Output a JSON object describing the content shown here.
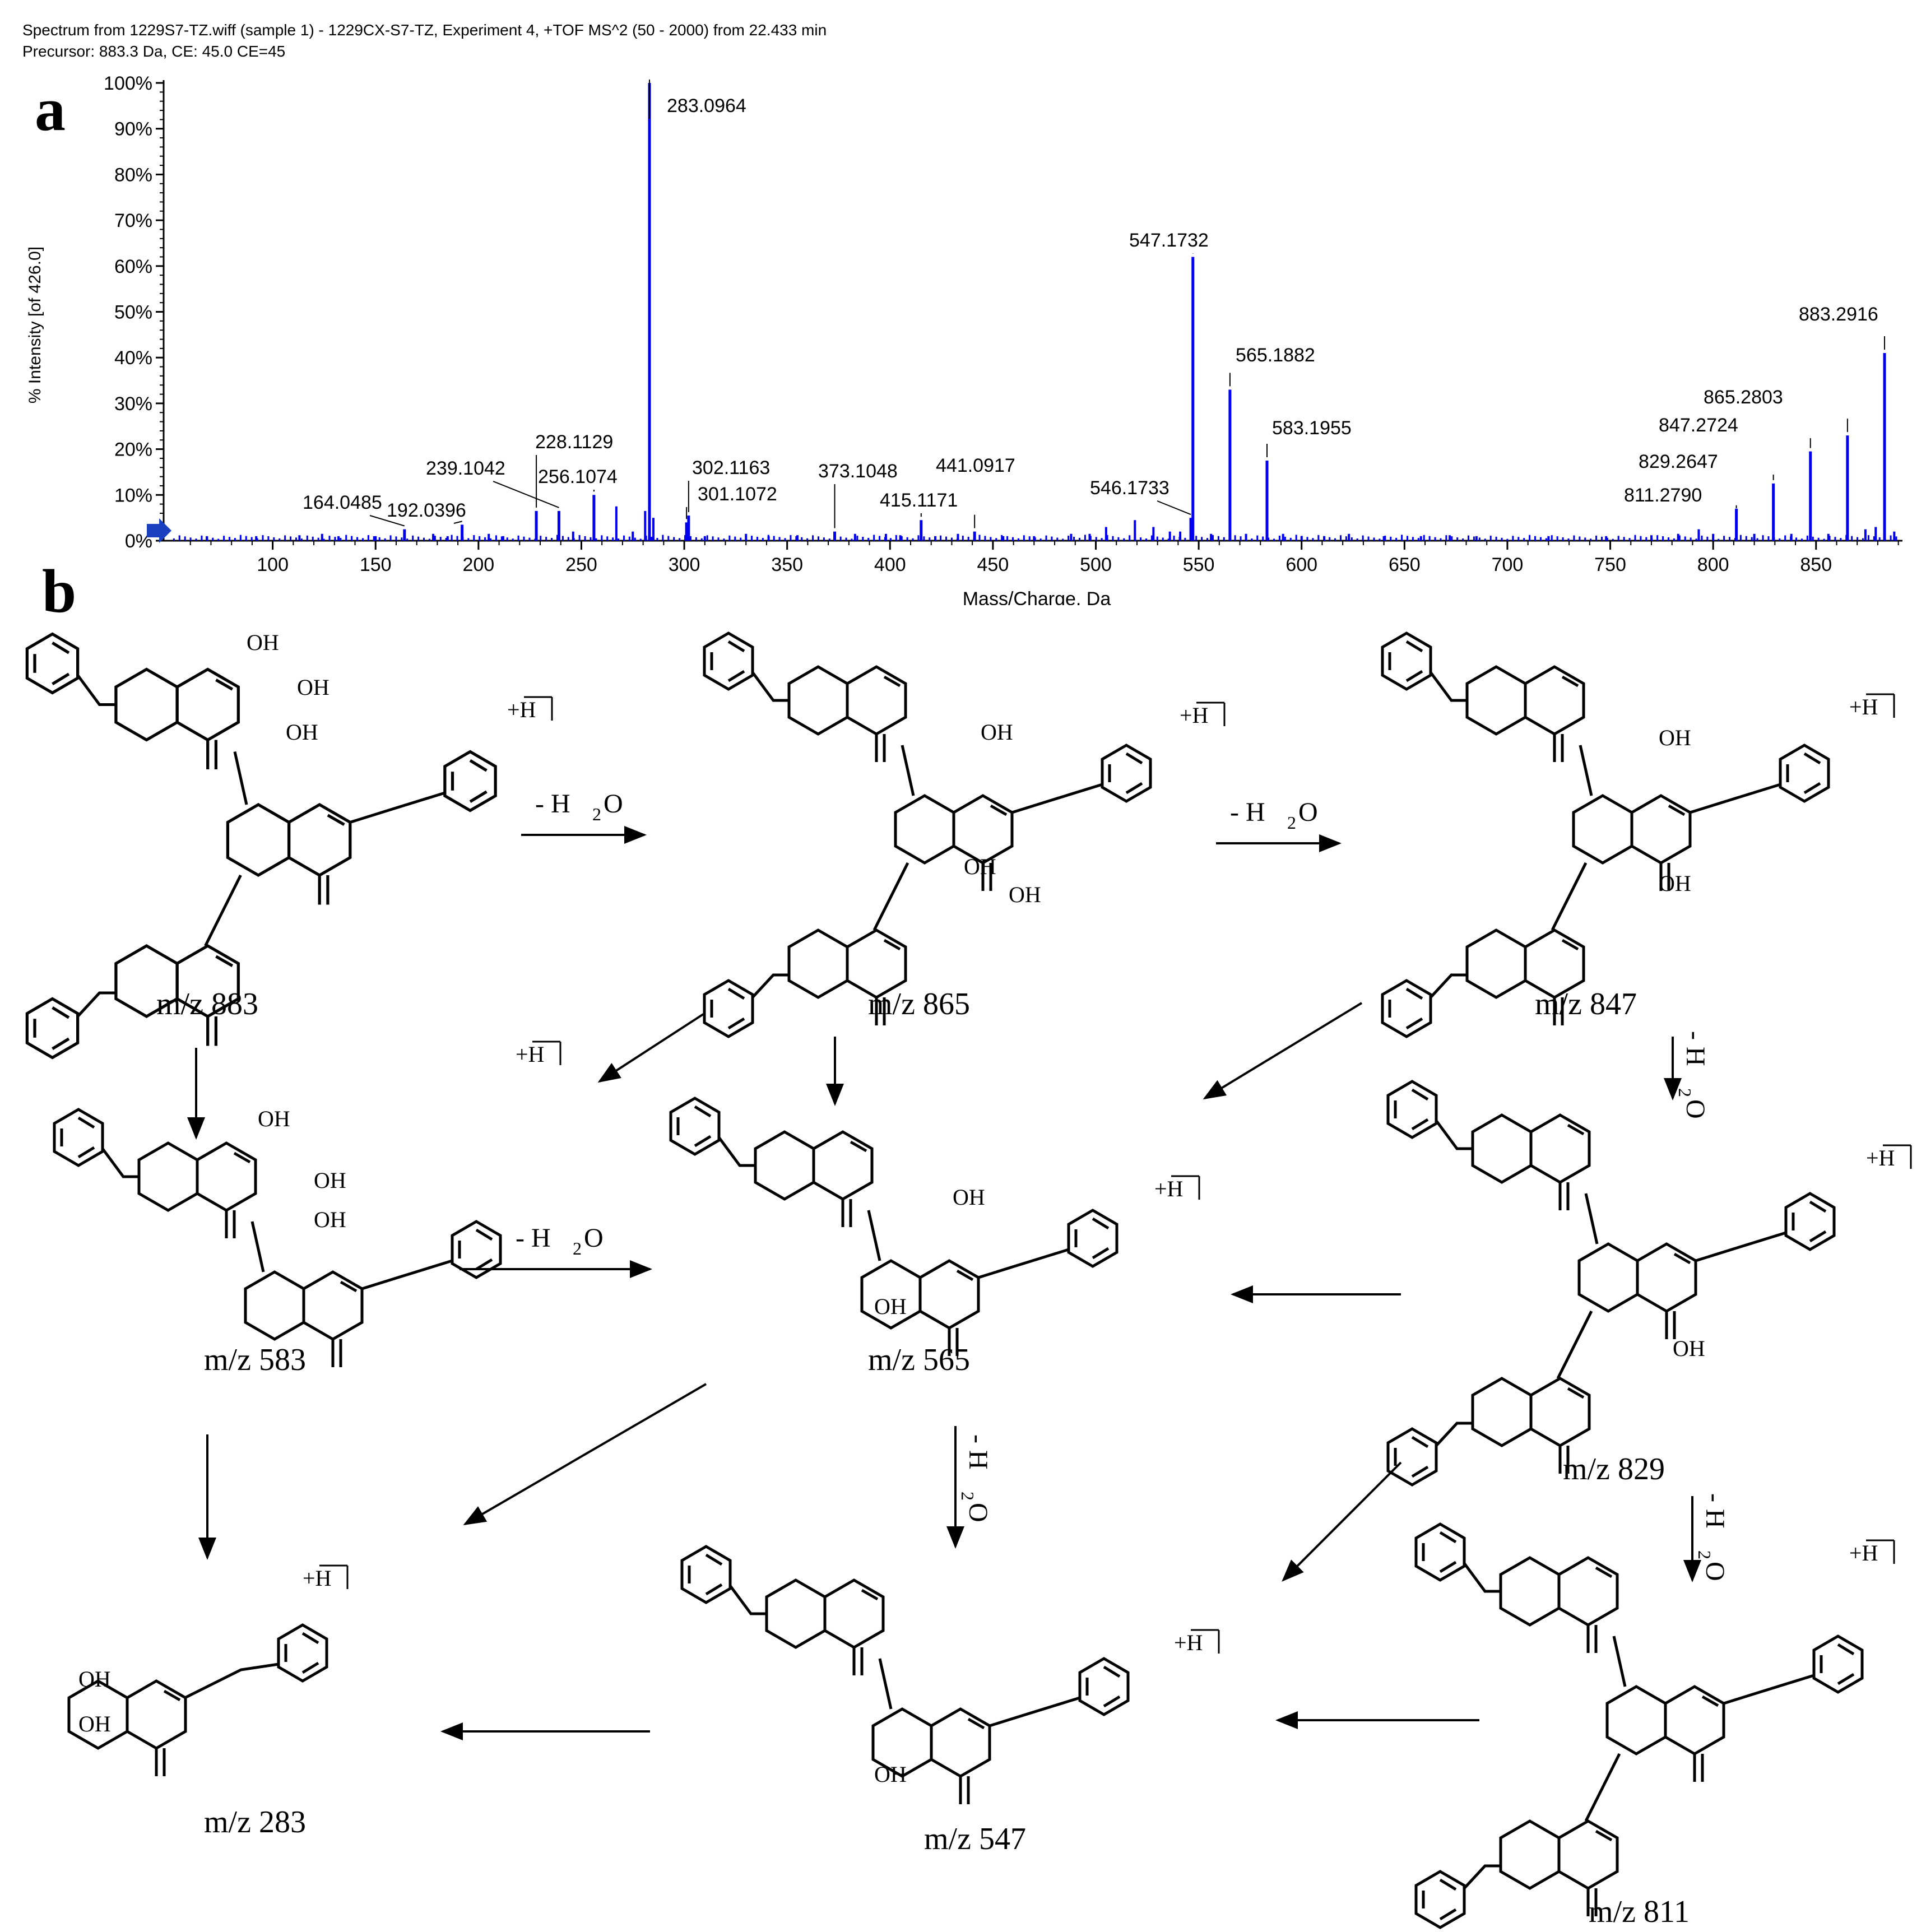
{
  "header": {
    "line1": "Spectrum from 1229S7-TZ.wiff (sample 1) - 1229CX-S7-TZ, Experiment 4, +TOF MS^2 (50 - 2000) from 22.433 min",
    "line2": "Precursor: 883.3 Da, CE: 45.0 CE=45"
  },
  "panels": {
    "a": "a",
    "b": "b"
  },
  "colors": {
    "spectrum": "#0000ee",
    "axis": "#000000",
    "arrow_marker": "#1a3fbf"
  },
  "chart_data": {
    "type": "bar",
    "title": "",
    "xlabel": "Mass/Charge, Da",
    "ylabel": "% Intensity [of 426.0]",
    "xlim": [
      47,
      892
    ],
    "ylim": [
      0,
      100
    ],
    "x_ticks": [
      100,
      150,
      200,
      250,
      300,
      350,
      400,
      450,
      500,
      550,
      600,
      650,
      700,
      750,
      800,
      850
    ],
    "y_ticks": [
      "0%",
      "10%",
      "20%",
      "30%",
      "40%",
      "50%",
      "60%",
      "70%",
      "80%",
      "90%",
      "100%"
    ],
    "major_peaks": [
      {
        "mz": 164.0485,
        "intensity": 2.5,
        "label": "164.0485"
      },
      {
        "mz": 192.0396,
        "intensity": 3.5,
        "label": "192.0396"
      },
      {
        "mz": 228.1129,
        "intensity": 6.5,
        "label": "228.1129"
      },
      {
        "mz": 239.1042,
        "intensity": 6.5,
        "label": "239.1042"
      },
      {
        "mz": 256.1074,
        "intensity": 10,
        "label": "256.1074"
      },
      {
        "mz": 283.0964,
        "intensity": 100,
        "label": "283.0964"
      },
      {
        "mz": 301.1072,
        "intensity": 4,
        "label": "301.1072"
      },
      {
        "mz": 302.1163,
        "intensity": 5.5,
        "label": "302.1163"
      },
      {
        "mz": 373.1048,
        "intensity": 2,
        "label": "373.1048"
      },
      {
        "mz": 415.1171,
        "intensity": 4.5,
        "label": "415.1171"
      },
      {
        "mz": 441.0917,
        "intensity": 2,
        "label": "441.0917"
      },
      {
        "mz": 546.1733,
        "intensity": 5,
        "label": "546.1733"
      },
      {
        "mz": 547.1732,
        "intensity": 62,
        "label": "547.1732"
      },
      {
        "mz": 565.1882,
        "intensity": 33,
        "label": "565.1882"
      },
      {
        "mz": 583.1955,
        "intensity": 17.5,
        "label": "583.1955"
      },
      {
        "mz": 811.279,
        "intensity": 7,
        "label": "811.2790"
      },
      {
        "mz": 829.2647,
        "intensity": 12.5,
        "label": "829.2647"
      },
      {
        "mz": 847.2724,
        "intensity": 19.5,
        "label": "847.2724"
      },
      {
        "mz": 865.2803,
        "intensity": 23,
        "label": "865.2803"
      },
      {
        "mz": 883.2916,
        "intensity": 41,
        "label": "883.2916"
      }
    ],
    "minor_peaks": [
      {
        "mz": 68,
        "intensity": 1
      },
      {
        "mz": 92,
        "intensity": 1
      },
      {
        "mz": 113,
        "intensity": 1.2
      },
      {
        "mz": 124,
        "intensity": 1.5
      },
      {
        "mz": 132,
        "intensity": 1
      },
      {
        "mz": 150,
        "intensity": 1
      },
      {
        "mz": 178,
        "intensity": 1.5
      },
      {
        "mz": 185,
        "intensity": 1
      },
      {
        "mz": 205,
        "intensity": 1.5
      },
      {
        "mz": 212,
        "intensity": 1
      },
      {
        "mz": 246,
        "intensity": 2
      },
      {
        "mz": 267,
        "intensity": 7.5
      },
      {
        "mz": 275,
        "intensity": 2
      },
      {
        "mz": 281,
        "intensity": 6.5
      },
      {
        "mz": 285,
        "intensity": 5
      },
      {
        "mz": 310,
        "intensity": 1
      },
      {
        "mz": 330,
        "intensity": 1.5
      },
      {
        "mz": 341,
        "intensity": 1
      },
      {
        "mz": 355,
        "intensity": 1.2
      },
      {
        "mz": 383,
        "intensity": 1.5
      },
      {
        "mz": 398,
        "intensity": 1.5
      },
      {
        "mz": 405,
        "intensity": 1.2
      },
      {
        "mz": 422,
        "intensity": 1
      },
      {
        "mz": 433,
        "intensity": 1.5
      },
      {
        "mz": 455,
        "intensity": 1
      },
      {
        "mz": 470,
        "intensity": 1
      },
      {
        "mz": 488,
        "intensity": 1.5
      },
      {
        "mz": 497,
        "intensity": 1.5
      },
      {
        "mz": 505,
        "intensity": 3
      },
      {
        "mz": 519,
        "intensity": 4.5
      },
      {
        "mz": 528,
        "intensity": 3
      },
      {
        "mz": 536,
        "intensity": 2
      },
      {
        "mz": 541,
        "intensity": 2
      },
      {
        "mz": 556,
        "intensity": 1.5
      },
      {
        "mz": 573,
        "intensity": 1.5
      },
      {
        "mz": 591,
        "intensity": 1.5
      },
      {
        "mz": 600,
        "intensity": 1
      },
      {
        "mz": 611,
        "intensity": 1
      },
      {
        "mz": 623,
        "intensity": 1.5
      },
      {
        "mz": 640,
        "intensity": 1
      },
      {
        "mz": 658,
        "intensity": 1
      },
      {
        "mz": 672,
        "intensity": 1.2
      },
      {
        "mz": 685,
        "intensity": 1
      },
      {
        "mz": 720,
        "intensity": 1
      },
      {
        "mz": 748,
        "intensity": 1
      },
      {
        "mz": 770,
        "intensity": 1.2
      },
      {
        "mz": 783,
        "intensity": 1.5
      },
      {
        "mz": 793,
        "intensity": 2.5
      },
      {
        "mz": 800,
        "intensity": 1.5
      },
      {
        "mz": 820,
        "intensity": 1.5
      },
      {
        "mz": 838,
        "intensity": 1.5
      },
      {
        "mz": 856,
        "intensity": 1.5
      },
      {
        "mz": 874,
        "intensity": 2.5
      },
      {
        "mz": 879,
        "intensity": 3
      },
      {
        "mz": 888,
        "intensity": 2
      }
    ]
  },
  "scheme": {
    "ions": [
      "m/z 883",
      "m/z 865",
      "m/z 847",
      "m/z 583",
      "m/z 565",
      "m/z 829",
      "m/z 283",
      "m/z 547",
      "m/z 811"
    ],
    "loss_label": "- H",
    "loss_sub": "2",
    "loss_tail": "O",
    "charge": "+H"
  }
}
